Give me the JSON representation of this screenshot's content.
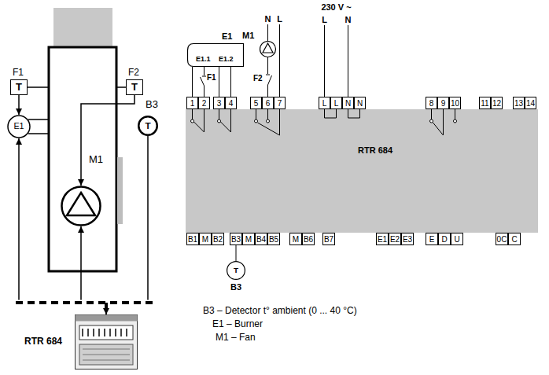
{
  "diagram": {
    "nodes": [
      {
        "text": [
          "F1",
          "T"
        ]
      },
      {
        "text": [
          "F2",
          "T"
        ]
      },
      {
        "text": [
          "E1"
        ]
      },
      {
        "text": [
          "M1"
        ]
      },
      {
        "text": [
          "B3",
          "T"
        ]
      },
      {
        "text": [
          "RTR 684"
        ]
      },
      {
        "text": [
          "E1",
          "E1.1",
          "E1.2"
        ]
      },
      {
        "text": [
          "M1"
        ]
      },
      {
        "text": [
          "RTR 684"
        ]
      },
      {
        "text": [
          "1"
        ],
        "in": 8
      },
      {
        "text": [
          "2"
        ],
        "in": 8
      },
      {
        "text": [
          "3"
        ],
        "in": 8
      },
      {
        "text": [
          "4"
        ],
        "in": 8
      },
      {
        "text": [
          "5"
        ],
        "in": 8
      },
      {
        "text": [
          "6"
        ],
        "in": 8
      },
      {
        "text": [
          "7"
        ],
        "in": 8
      },
      {
        "text": [
          "L"
        ],
        "in": 8
      },
      {
        "text": [
          "L"
        ],
        "in": 8
      },
      {
        "text": [
          "N"
        ],
        "in": 8
      },
      {
        "text": [
          "N"
        ],
        "in": 8
      },
      {
        "text": [
          "8"
        ],
        "in": 8
      },
      {
        "text": [
          "9"
        ],
        "in": 8
      },
      {
        "text": [
          "10"
        ],
        "in": 8
      },
      {
        "text": [
          "11"
        ],
        "in": 8
      },
      {
        "text": [
          "12"
        ],
        "in": 8
      },
      {
        "text": [
          "13"
        ],
        "in": 8
      },
      {
        "text": [
          "14"
        ],
        "in": 8
      },
      {
        "text": [
          "B1"
        ],
        "in": 8
      },
      {
        "text": [
          "M"
        ],
        "in": 8
      },
      {
        "text": [
          "B2"
        ],
        "in": 8
      },
      {
        "text": [
          "B3"
        ],
        "in": 8
      },
      {
        "text": [
          "M"
        ],
        "in": 8
      },
      {
        "text": [
          "B4"
        ],
        "in": 8
      },
      {
        "text": [
          "B5"
        ],
        "in": 8
      },
      {
        "text": [
          "M"
        ],
        "in": 8
      },
      {
        "text": [
          "B6"
        ],
        "in": 8
      },
      {
        "text": [
          "B7"
        ],
        "in": 8
      },
      {
        "text": [
          "E1"
        ],
        "in": 8
      },
      {
        "text": [
          "E2"
        ],
        "in": 8
      },
      {
        "text": [
          "E3"
        ],
        "in": 8
      },
      {
        "text": [
          "E"
        ],
        "in": 8
      },
      {
        "text": [
          "D"
        ],
        "in": 8
      },
      {
        "text": [
          "U"
        ],
        "in": 8
      },
      {
        "text": [
          "0C"
        ],
        "in": 8
      },
      {
        "text": [
          "C"
        ],
        "in": 8
      },
      {
        "text": [
          "T",
          "B3"
        ]
      }
    ],
    "edges": [
      {
        "from": 0,
        "to": 2,
        "arrow": "to"
      },
      {
        "from": 1,
        "to": 3,
        "arrow": "to"
      },
      {
        "from": 5,
        "to": 2,
        "arrow": "to"
      },
      {
        "from": 5,
        "to": 3,
        "arrow": "to"
      },
      {
        "from": 4,
        "to": 5,
        "arrow": "to"
      },
      {
        "from": 6,
        "to": 9,
        "arrow": "none"
      },
      {
        "from": 6,
        "to": 10,
        "arrow": "none"
      },
      {
        "from": 6,
        "to": 11,
        "arrow": "none"
      },
      {
        "from": 6,
        "to": 12,
        "arrow": "none"
      },
      {
        "from": 7,
        "to": 14,
        "arrow": "none"
      },
      {
        "from": 30,
        "to": 45,
        "arrow": "none"
      }
    ],
    "labels": [
      "F1",
      "F2",
      "N",
      "L",
      "230 V ~",
      "L",
      "N",
      "B3 – Detector t° ambient (0 ... 40 °C)",
      "E1 – Burner",
      "M1 – Fan"
    ]
  }
}
